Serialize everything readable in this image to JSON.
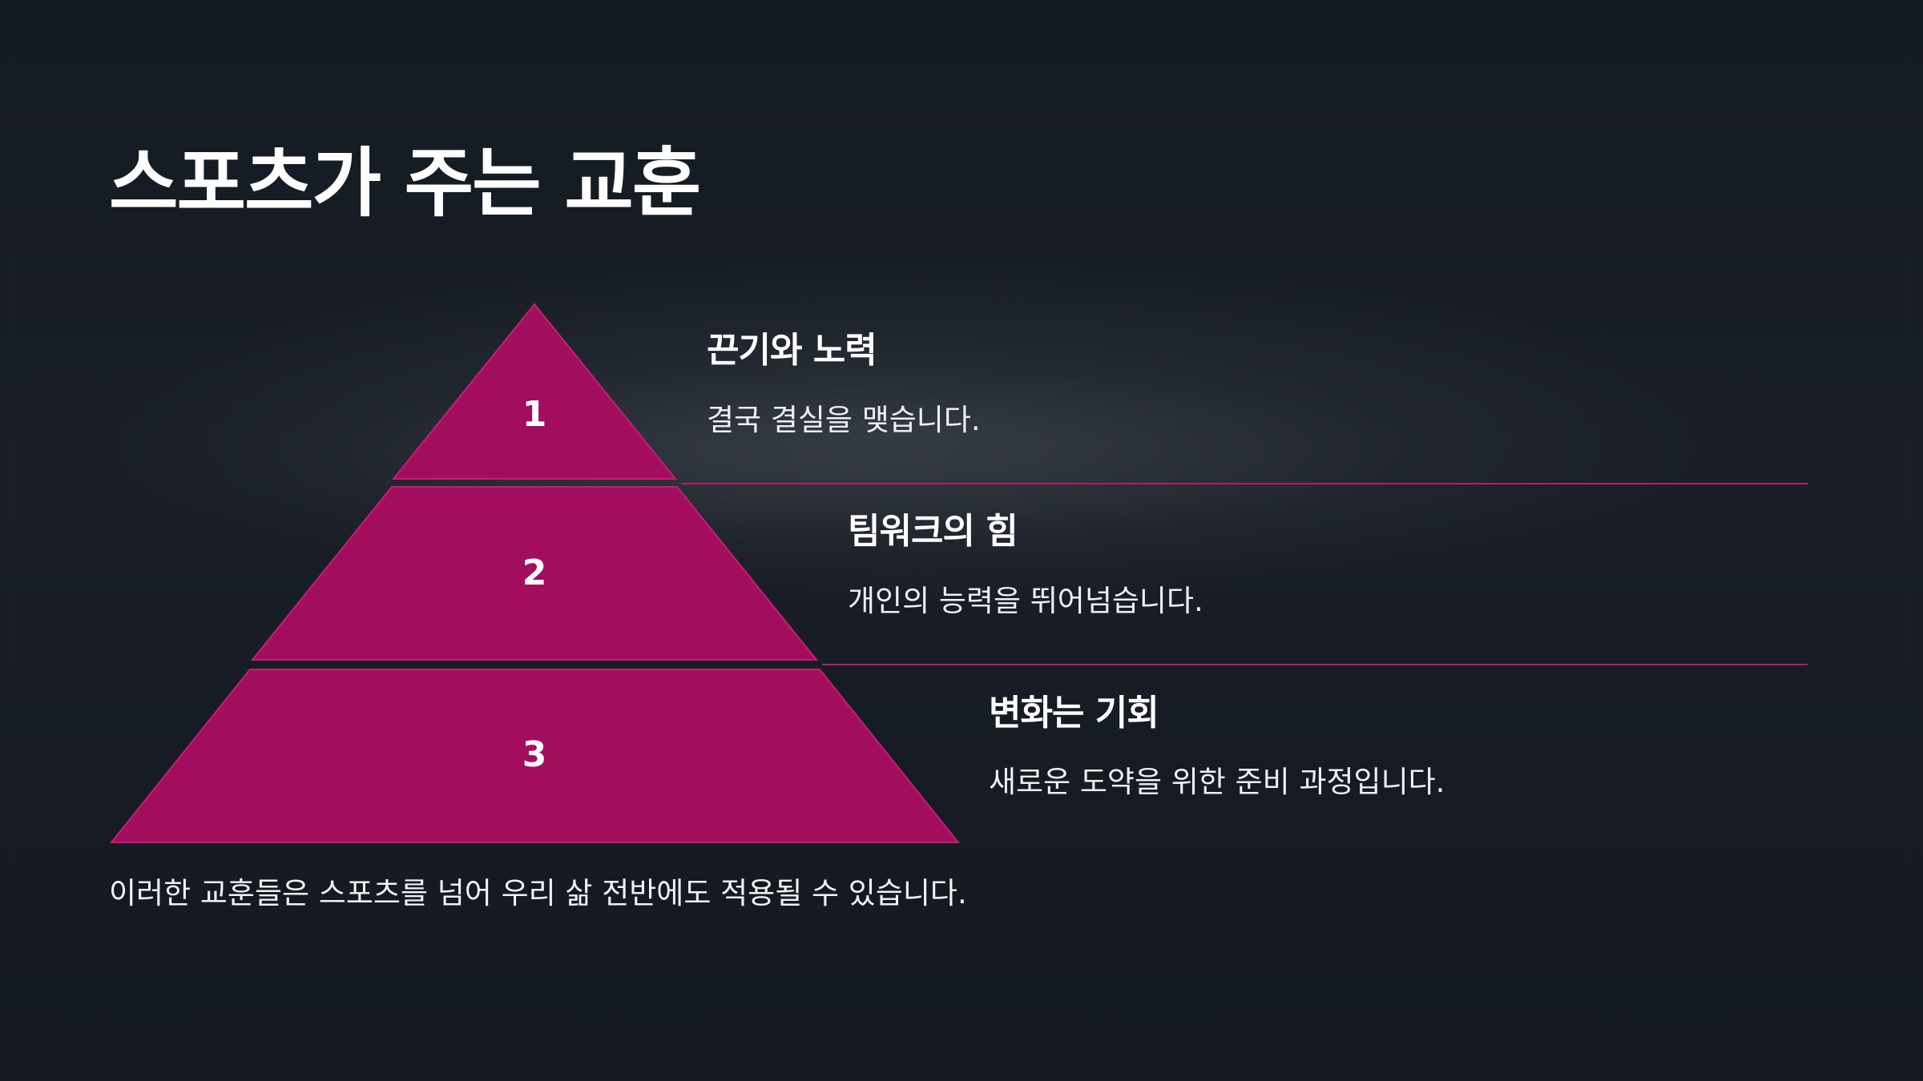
{
  "slide": {
    "title": "스포츠가 주는 교훈",
    "footer": "이러한 교훈들은 스포츠를 넘어 우리 삶 전반에도 적용될 수 있습니다."
  },
  "pyramid": {
    "tiers": [
      {
        "number": "1",
        "title": "끈기와 노력",
        "description": "결국 결실을 맺습니다."
      },
      {
        "number": "2",
        "title": "팀워크의 힘",
        "description": "개인의 능력을 뛰어넘습니다."
      },
      {
        "number": "3",
        "title": "변화는 기회",
        "description": "새로운 도약을 위한 준비 과정입니다."
      }
    ]
  },
  "colors": {
    "tier_fill": "#a30d5e",
    "tier_stroke": "#c21f74",
    "divider": "#b01d6c",
    "text": "#ffffff",
    "background": "#161b23"
  }
}
